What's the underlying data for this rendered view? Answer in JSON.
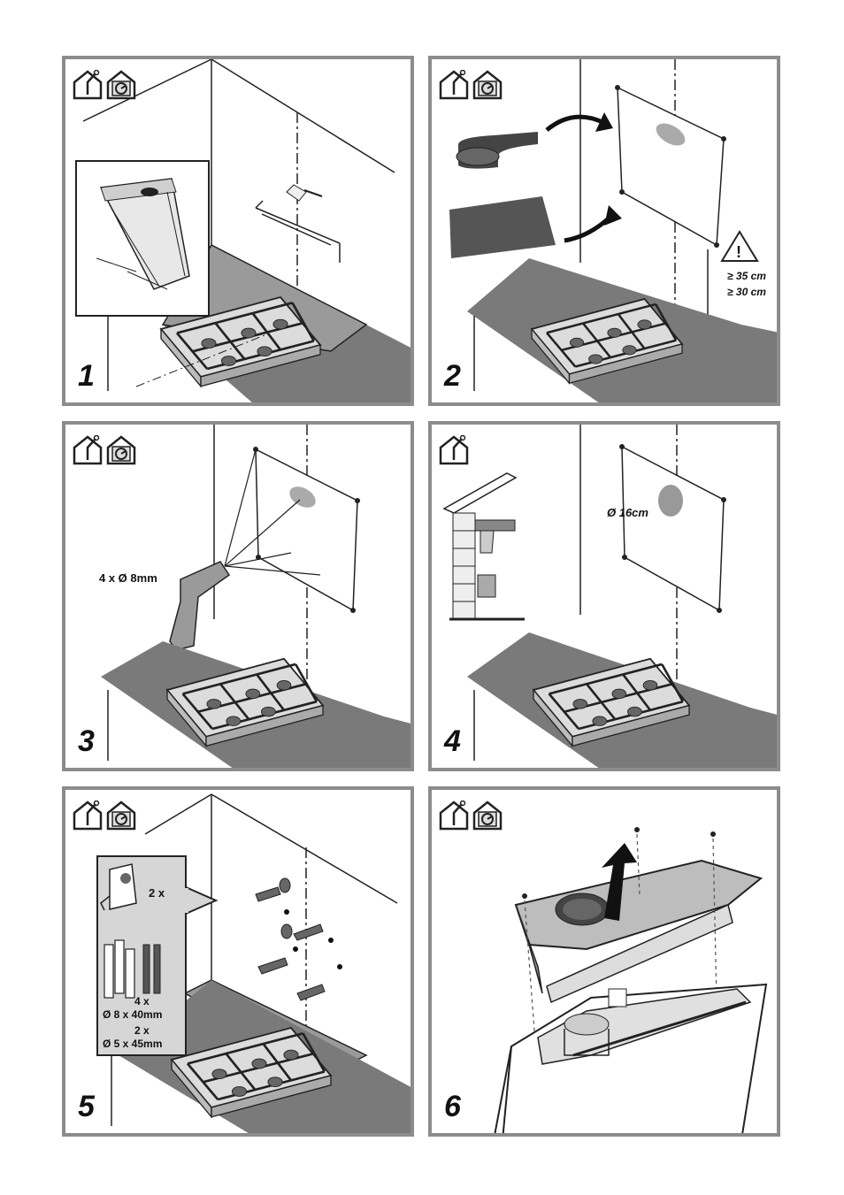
{
  "steps": [
    {
      "number": "1"
    },
    {
      "number": "2",
      "height_electric": "≥ 35 cm",
      "height_gas": "≥ 30 cm"
    },
    {
      "number": "3",
      "drill": "4 x Ø 8mm"
    },
    {
      "number": "4",
      "duct": "Ø 16cm"
    },
    {
      "number": "5",
      "brackets": "2 x",
      "plugs_count": "4 x",
      "plugs_size": "Ø 8 x 40mm",
      "screws_count": "2 x",
      "screws_size": "Ø 5 x 45mm"
    },
    {
      "number": "6"
    }
  ],
  "icons": [
    "house-duct-icon",
    "house-recirculation-icon",
    "warning-triangle-icon"
  ]
}
